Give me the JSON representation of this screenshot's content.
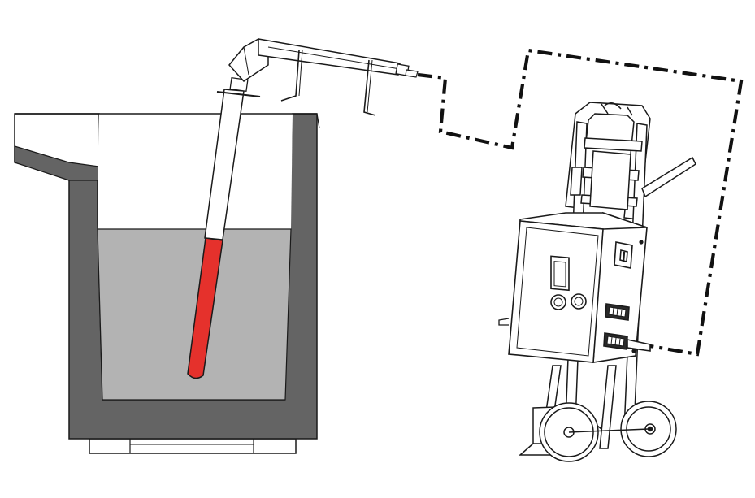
{
  "diagram": {
    "description_visible_text": "",
    "colors": {
      "background": "#ffffff",
      "vessel_wall": "#646464",
      "molten_bath": "#b3b3b3",
      "probe_hot_section": "#e5312c",
      "outline": "#1a1a1a",
      "cable": "#111111"
    },
    "components": [
      {
        "id": "furnace-vessel",
        "icon": "crucible-icon"
      },
      {
        "id": "molten-bath",
        "icon": "liquid-fill"
      },
      {
        "id": "immersion-probe",
        "icon": "thermocouple-probe-icon"
      },
      {
        "id": "probe-arm",
        "icon": "support-arm-icon"
      },
      {
        "id": "signal-cable",
        "icon": "dash-dot-cable"
      },
      {
        "id": "control-cabinet",
        "icon": "control-box-icon"
      },
      {
        "id": "hand-truck",
        "icon": "cart-icon"
      }
    ]
  }
}
